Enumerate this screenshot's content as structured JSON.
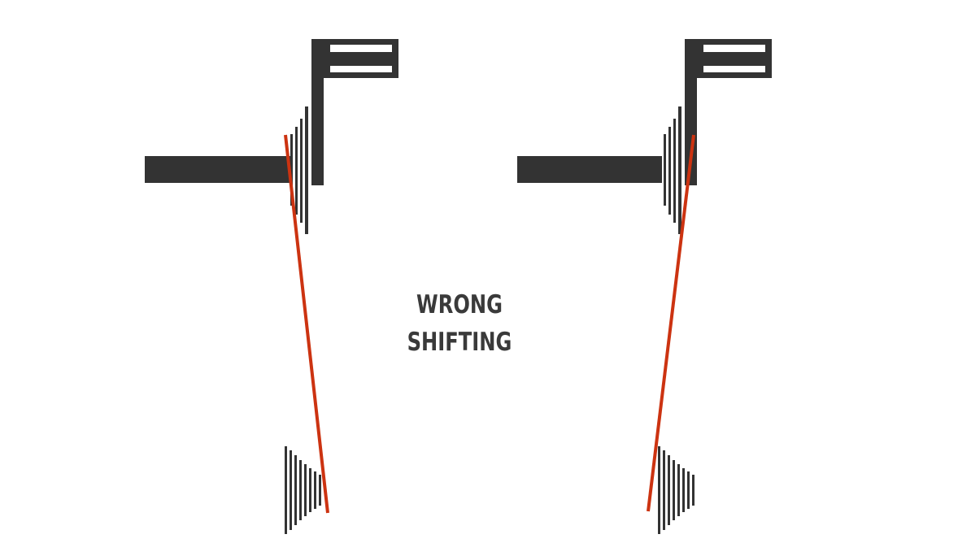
{
  "caption": {
    "line1": "WRONG",
    "line2": "SHIFTING"
  },
  "colors": {
    "parts": "#333333",
    "chain": "#cc3311",
    "text": "#3a3a3a",
    "background": "#ffffff"
  },
  "drivetrains": [
    {
      "side": "left",
      "chain_from": "smallest-chainring",
      "chain_to": "smallest-cog"
    },
    {
      "side": "right",
      "chain_from": "largest-chainring",
      "chain_to": "largest-cog"
    }
  ]
}
